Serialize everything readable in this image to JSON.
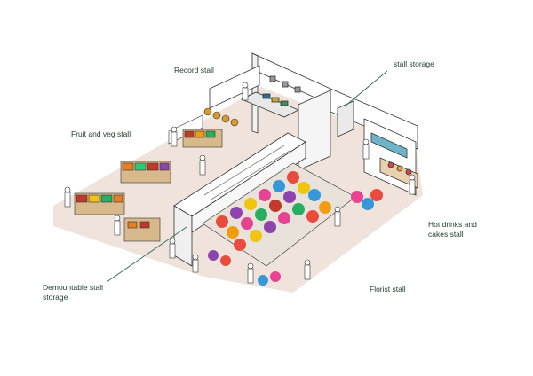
{
  "labels": {
    "record_stall": "Record stall",
    "stall_storage": "stall storage",
    "fruit_veg_stall": "Fruit and veg stall",
    "hot_drinks_line1": "Hot drinks and",
    "hot_drinks_line2": "cakes stall",
    "demountable_line1": "Demountable stall",
    "demountable_line2": "storage",
    "florist_stall": "Florist stall"
  },
  "colors": {
    "leader_line": "#2f6b4f",
    "label_text": "#1f3b2d",
    "floor": "#efe3dc",
    "wall": "#ffffff",
    "wall_shade": "#f0f0f0",
    "outline": "#333333"
  }
}
